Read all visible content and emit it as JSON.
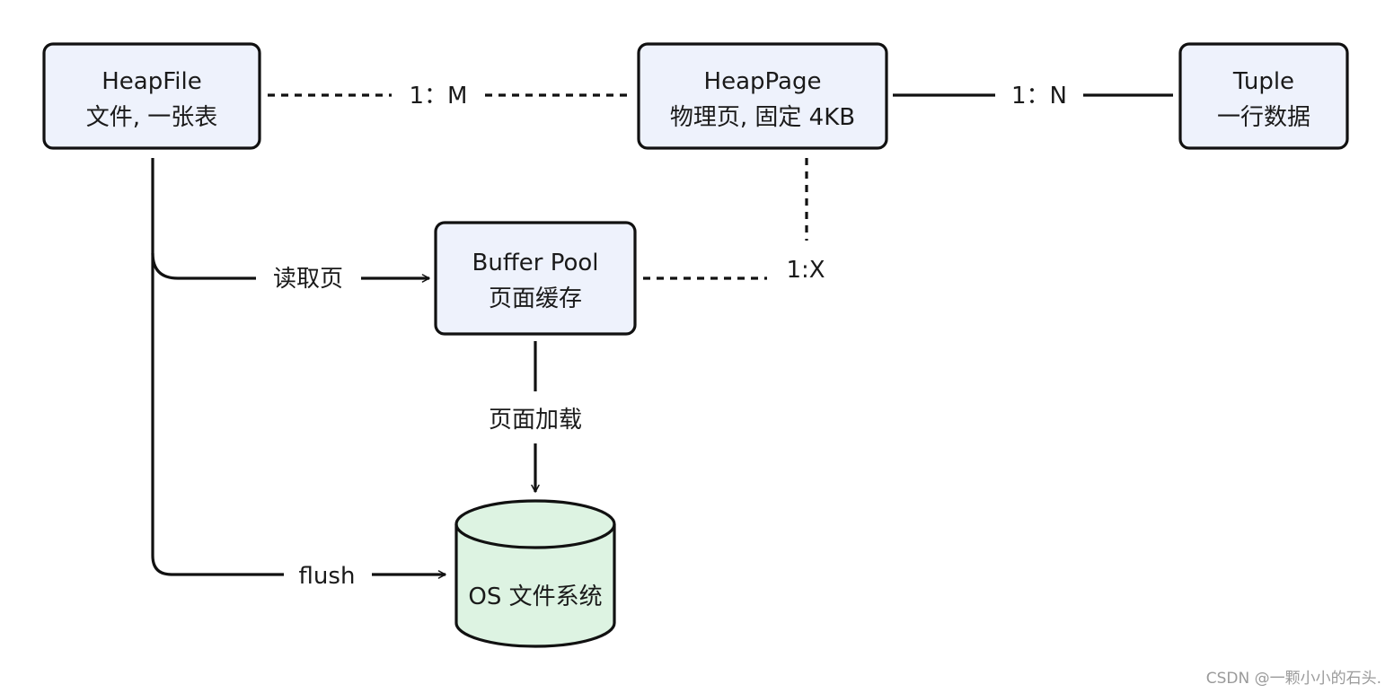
{
  "nodes": {
    "heapfile": {
      "line1": "HeapFile",
      "line2": "文件, 一张表"
    },
    "heappage": {
      "line1": "HeapPage",
      "line2": "物理页, 固定 4KB"
    },
    "tuple": {
      "line1": "Tuple",
      "line2": "一行数据"
    },
    "bufferpool": {
      "line1": "Buffer Pool",
      "line2": "页面缓存"
    },
    "osfs": {
      "label": "OS 文件系统"
    }
  },
  "edges": {
    "file_page": "1：M",
    "page_tuple": "1：N",
    "pool_page": "1:X",
    "read_page": "读取页",
    "load_page": "页面加载",
    "flush": "flush"
  },
  "watermark": "CSDN @一颗小小的石头.",
  "colors": {
    "box_fill": "#eef2fc",
    "box_stroke": "#111111",
    "db_fill": "#ddf3e2",
    "line": "#111111"
  }
}
